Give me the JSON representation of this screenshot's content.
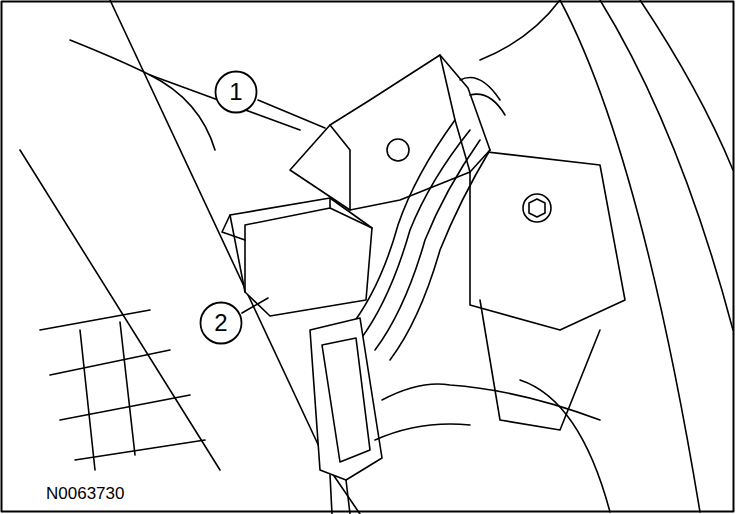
{
  "diagram": {
    "nodes": [
      {
        "text": [
          "1"
        ]
      },
      {
        "text": [
          "2"
        ]
      }
    ],
    "labels": [
      "N0063730"
    ]
  }
}
